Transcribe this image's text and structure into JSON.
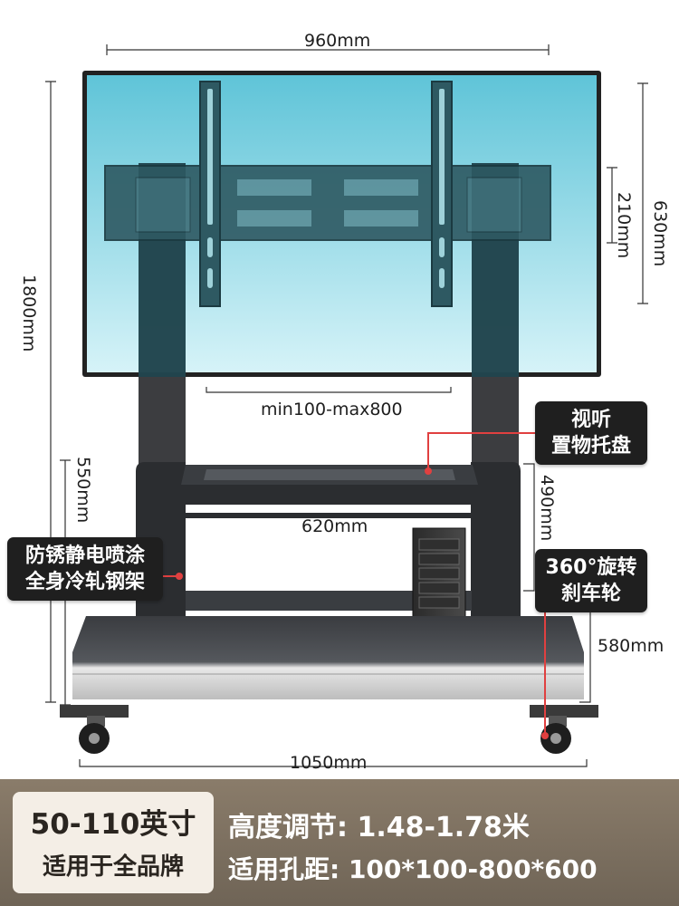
{
  "dimensions": {
    "width_top": "960mm",
    "height_total": "1800mm",
    "screen_height": "630mm",
    "bracket_height": "210mm",
    "vesa_range": "min100-max800",
    "tray_height": "490mm",
    "tray_width": "620mm",
    "frame_height": "550mm",
    "base_depth": "580mm",
    "base_width": "1050mm"
  },
  "callouts": {
    "av_tray": [
      "视听",
      "置物托盘"
    ],
    "frame": [
      "防锈静电喷涂",
      "全身冷轧钢架"
    ],
    "wheels": [
      "360°旋转",
      "刹车轮"
    ]
  },
  "footer": {
    "badge_line1": "50-110英寸",
    "badge_line2": "适用于全品牌",
    "spec_height": "高度调节: 1.48-1.78米",
    "spec_vesa": "适用孔距: 100*100-800*600"
  },
  "colors": {
    "screen_top": "#5fc4d8",
    "screen_bottom": "#d6f3f8",
    "frame": "#2b2d30",
    "callout_bg": "#1f1f1f",
    "callout_line": "#e04040",
    "footer_bg": "#7c7060",
    "badge_bg": "#f4eee6"
  }
}
